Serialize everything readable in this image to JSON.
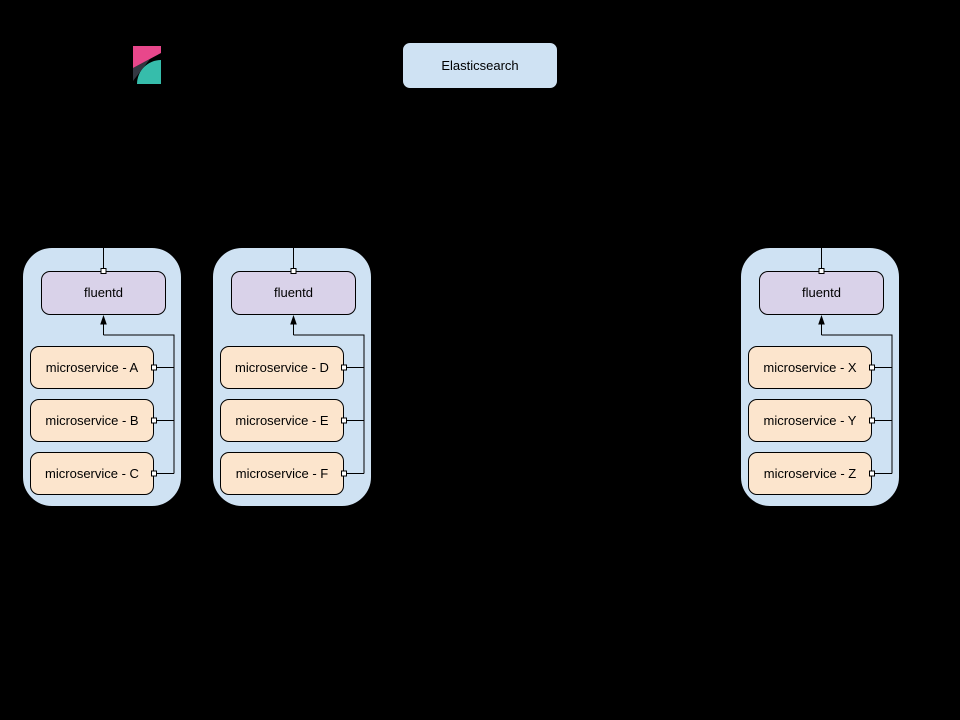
{
  "diagram": {
    "elasticsearch": {
      "label": "Elasticsearch"
    },
    "kibana": {
      "logo": "kibana-logo"
    },
    "nodes": [
      {
        "fluentd": "fluentd",
        "services": [
          "microservice - A",
          "microservice - B",
          "microservice - C"
        ]
      },
      {
        "fluentd": "fluentd",
        "services": [
          "microservice - D",
          "microservice - E",
          "microservice - F"
        ]
      },
      {
        "fluentd": "fluentd",
        "services": [
          "microservice - X",
          "microservice - Y",
          "microservice - Z"
        ]
      }
    ],
    "colors": {
      "background": "#000000",
      "node_fill": "#cfe2f3",
      "elasticsearch_fill": "#cfe2f3",
      "fluentd_fill": "#d9d2e9",
      "microservice_fill": "#fce5cd",
      "stroke": "#000000",
      "connector_endpoint_fill": "#ffffff",
      "kibana_pink": "#e8478b",
      "kibana_dark": "#333741",
      "kibana_teal": "#36bdab"
    }
  }
}
